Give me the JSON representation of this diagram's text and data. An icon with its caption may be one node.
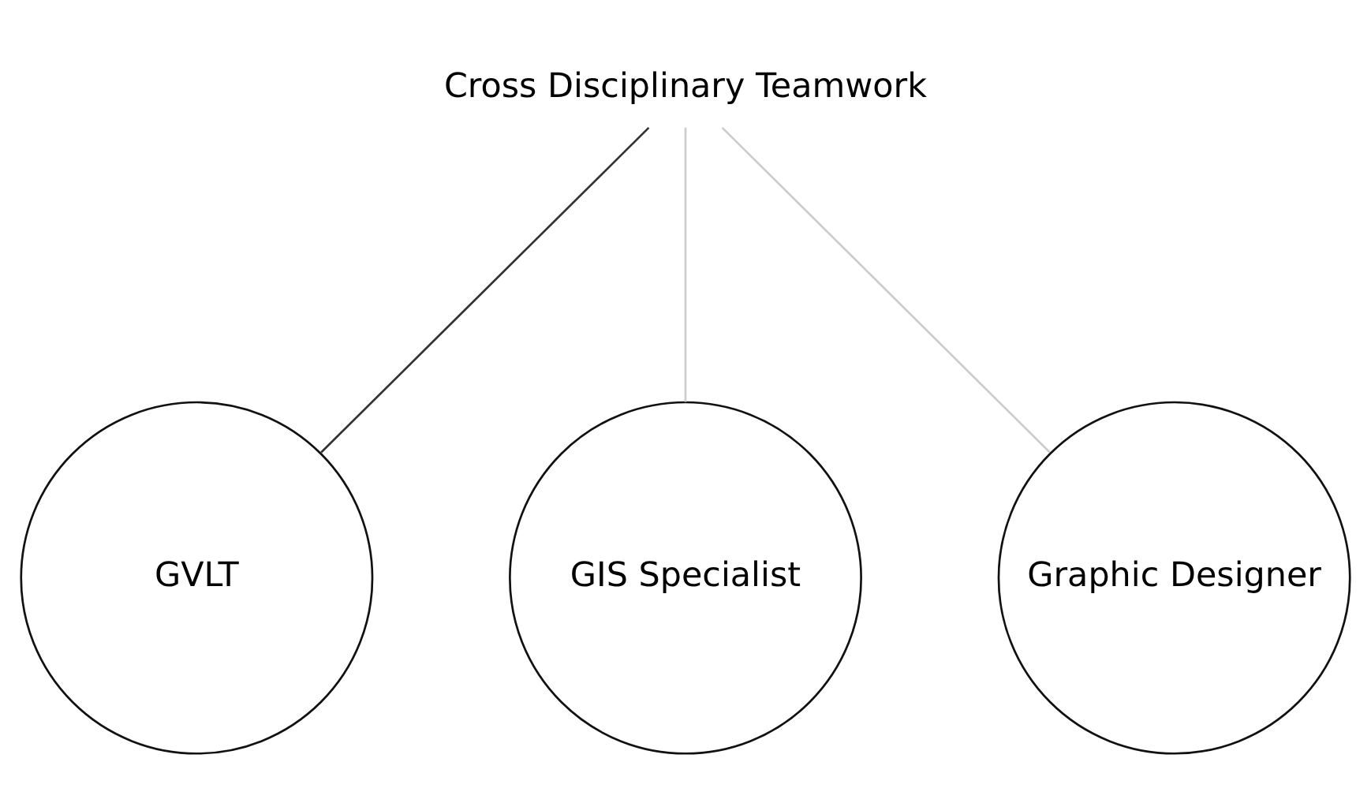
{
  "diagram": {
    "nodes": [
      {
        "text": [
          "Cross Disciplinary Teamwork"
        ]
      },
      {
        "text": [
          "GVLT"
        ]
      },
      {
        "text": [
          "GIS Specialist"
        ]
      },
      {
        "text": [
          "Graphic Designer"
        ]
      }
    ],
    "edges": [
      {
        "from": 0,
        "to": 1,
        "arrow": "none",
        "color": "#333333"
      },
      {
        "from": 0,
        "to": 2,
        "arrow": "none"
      },
      {
        "from": 0,
        "to": 3,
        "arrow": "none"
      }
    ]
  }
}
